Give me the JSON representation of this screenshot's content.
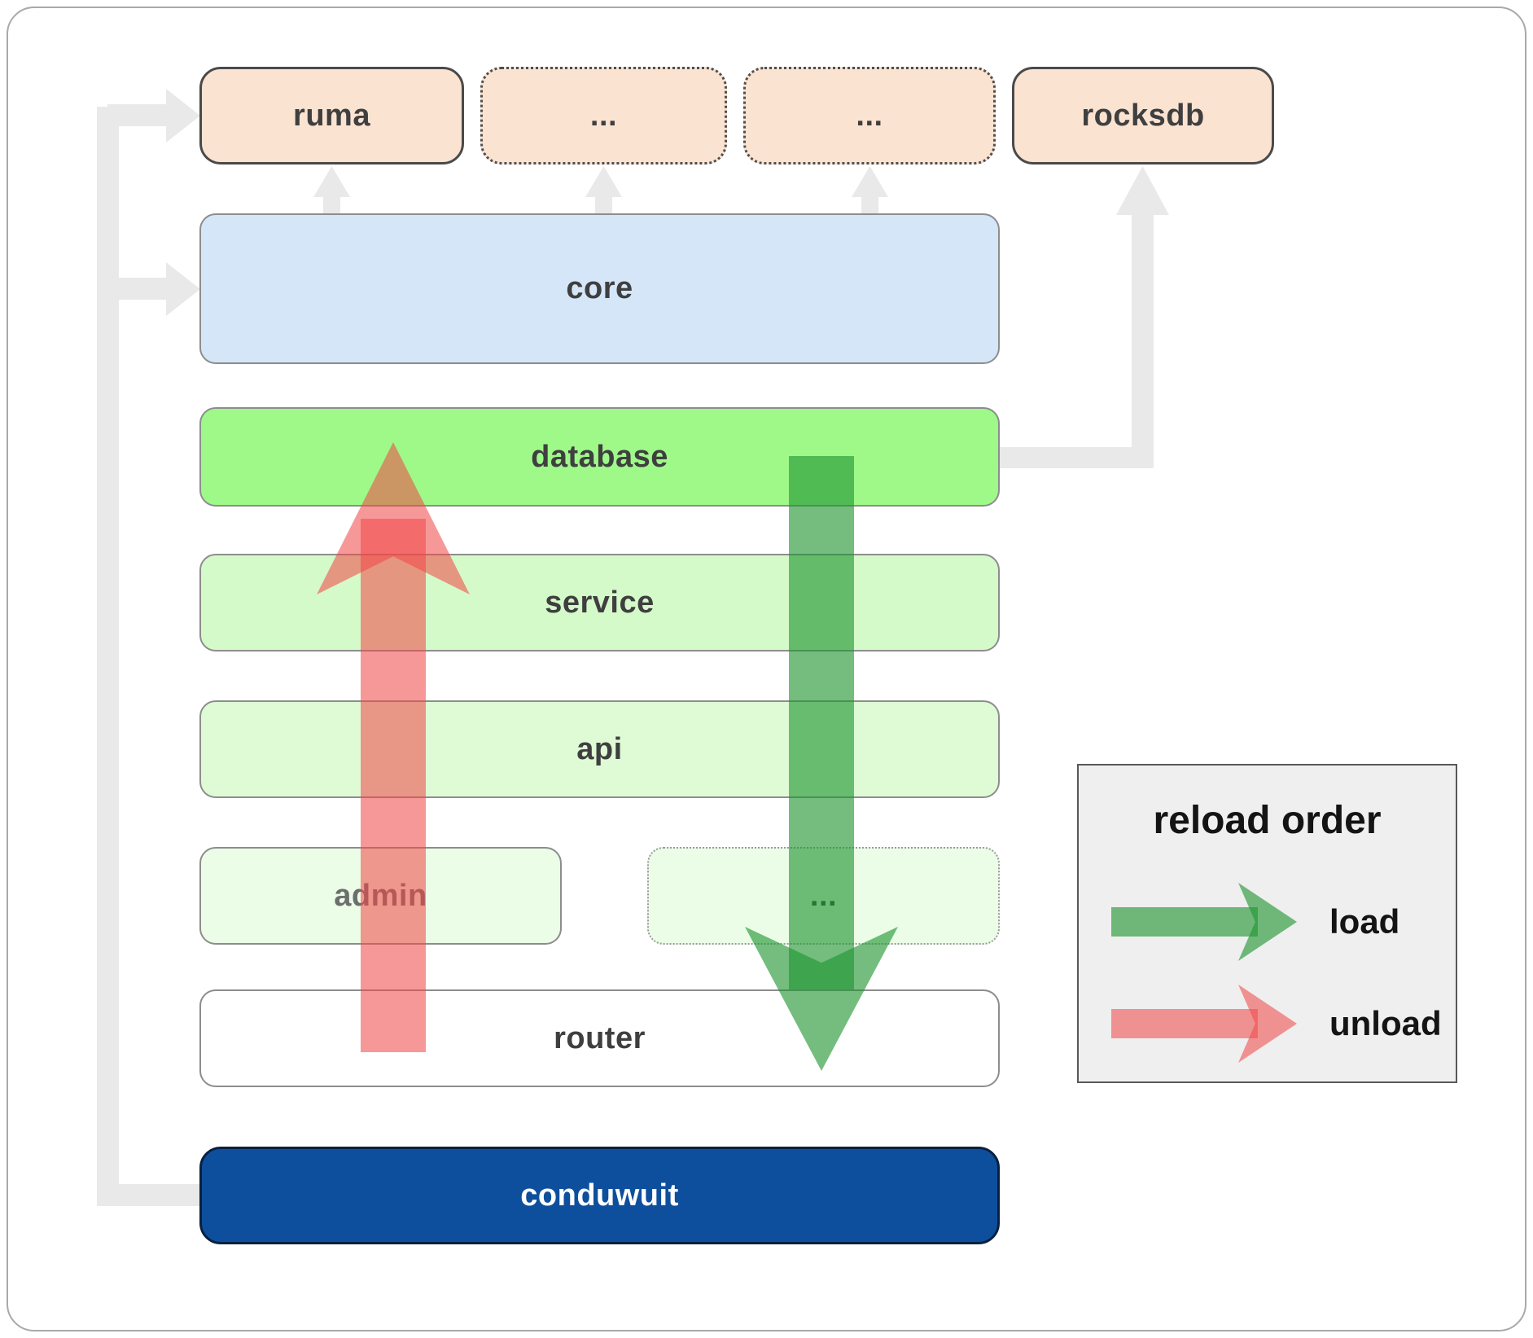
{
  "boxes": {
    "ruma": {
      "label": "ruma"
    },
    "ellipsis_1": {
      "label": "..."
    },
    "ellipsis_2": {
      "label": "..."
    },
    "rocksdb": {
      "label": "rocksdb"
    },
    "core": {
      "label": "core"
    },
    "database": {
      "label": "database"
    },
    "service": {
      "label": "service"
    },
    "api": {
      "label": "api"
    },
    "admin": {
      "label": "admin"
    },
    "admin_ellipsis": {
      "label": "..."
    },
    "router": {
      "label": "router"
    },
    "conduwuit": {
      "label": "conduwuit"
    }
  },
  "legend": {
    "title": "reload order",
    "items": [
      {
        "label": "load",
        "color": "#1f9430",
        "arrow": "green-right-arrow"
      },
      {
        "label": "unload",
        "color": "#f04848",
        "arrow": "red-right-arrow"
      }
    ]
  },
  "arrows": {
    "load_direction": "down",
    "unload_direction": "up"
  },
  "colors": {
    "peach_box": "#fbe3d2",
    "core_box": "#d4e6f8",
    "database_box": "#9ef989",
    "service_box": "#d5fac9",
    "api_box": "#defbd5",
    "admin_box": "#ebfce7",
    "router_box": "#ffffff",
    "conduwuit_box": "#0e4f9d",
    "connector_gray": "#e9e9e9",
    "legend_background": "#efefef",
    "load_green": "#1f9430",
    "unload_red": "#f04848"
  }
}
